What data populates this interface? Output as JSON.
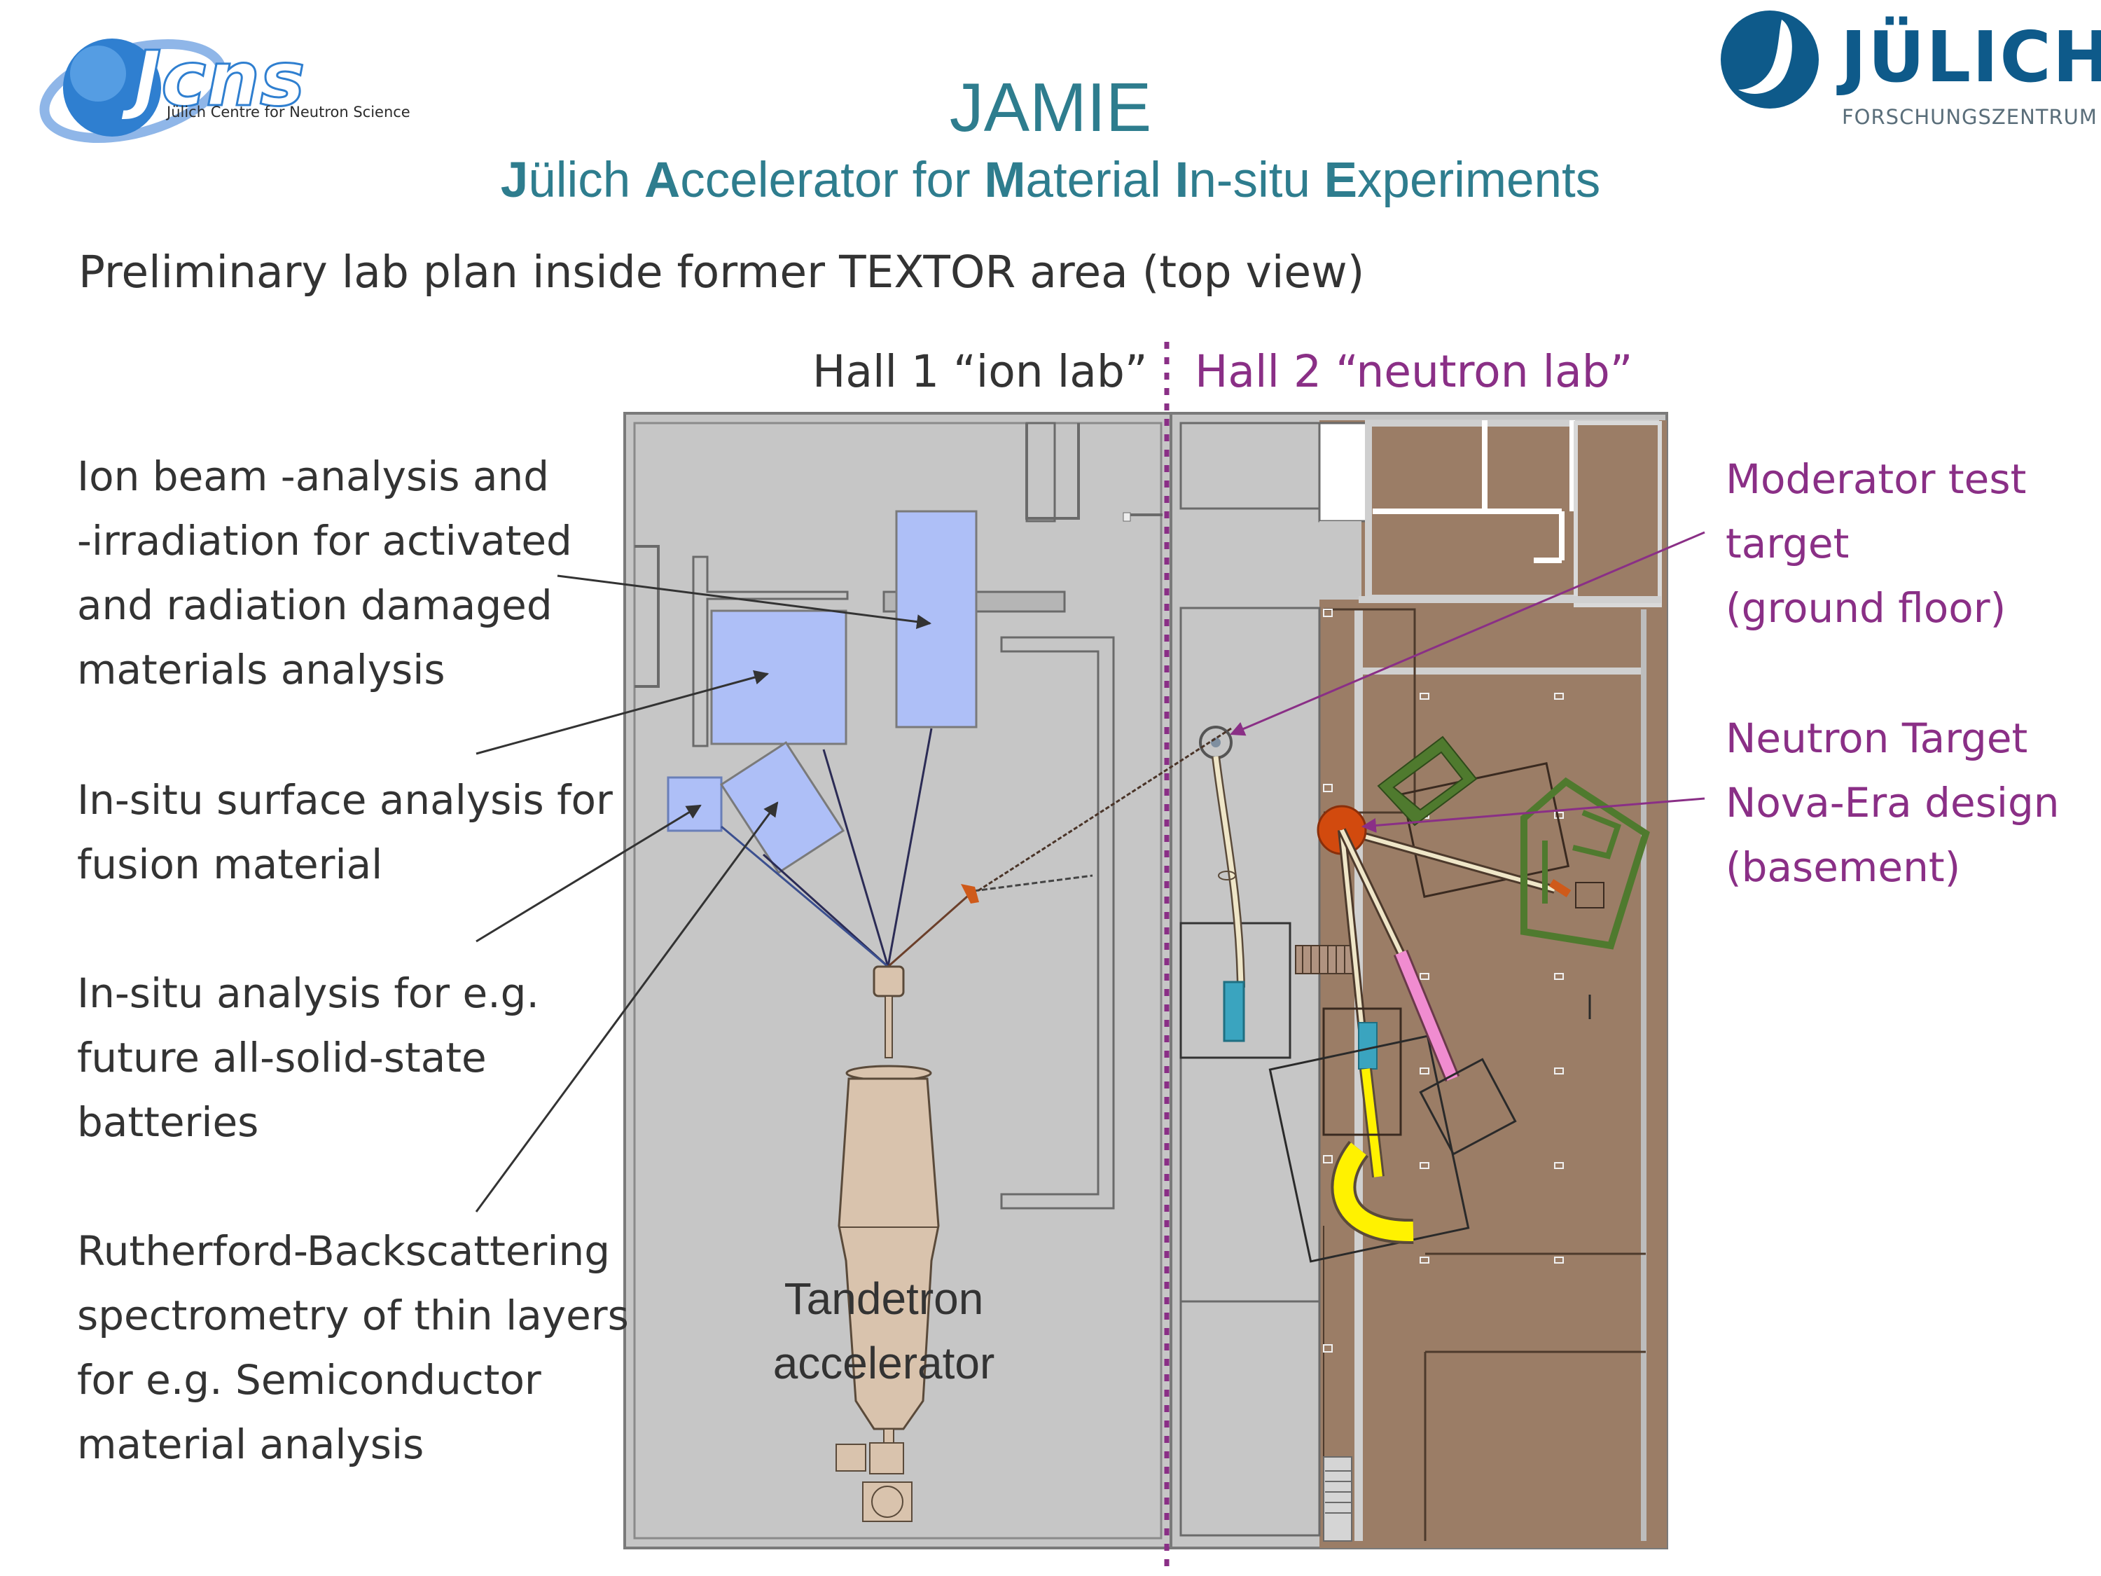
{
  "header": {
    "title": "JAMIE",
    "subtitle_parts": [
      {
        "text": "J",
        "bold": true
      },
      {
        "text": "ülich ",
        "bold": false
      },
      {
        "text": "A",
        "bold": true
      },
      {
        "text": "ccelerator for ",
        "bold": false
      },
      {
        "text": "M",
        "bold": true
      },
      {
        "text": "aterial ",
        "bold": false
      },
      {
        "text": "I",
        "bold": true
      },
      {
        "text": "n-situ ",
        "bold": false
      },
      {
        "text": "E",
        "bold": true
      },
      {
        "text": "xperiments",
        "bold": false
      }
    ]
  },
  "logos": {
    "jcns": {
      "text": "Jcns",
      "tagline": "Jülich Centre for Neutron Science"
    },
    "juelich": {
      "name": "JÜLICH",
      "sub": "FORSCHUNGSZENTRUM"
    }
  },
  "caption": "Preliminary lab plan inside former TEXTOR area (top view)",
  "halls": {
    "hall1": "Hall 1 “ion lab”",
    "hall2": "Hall 2 “neutron lab”"
  },
  "notes_left": [
    {
      "id": "ion-beam",
      "lines": [
        "Ion beam -analysis and",
        "-irradiation for activated",
        "and radiation damaged",
        "materials analysis"
      ]
    },
    {
      "id": "surface",
      "lines": [
        "In-situ surface analysis for",
        "fusion material"
      ]
    },
    {
      "id": "batteries",
      "lines": [
        "In-situ analysis for e.g.",
        "future all-solid-state",
        "batteries"
      ]
    },
    {
      "id": "rbs",
      "lines": [
        "Rutherford-Backscattering",
        "spectrometry of thin layers",
        "for e.g. Semiconductor",
        "material analysis"
      ]
    }
  ],
  "notes_right": [
    {
      "id": "moderator",
      "lines": [
        "Moderator test",
        "target",
        "(ground floor)"
      ]
    },
    {
      "id": "neutron-target",
      "lines": [
        "Neutron Target",
        "Nova-Era design",
        "(basement)"
      ]
    }
  ],
  "plan": {
    "accelerator_label": [
      "Tandetron",
      "accelerator"
    ]
  },
  "colors": {
    "teal": "#2e7d8e",
    "purple": "#8a2f86",
    "text": "#333333",
    "hall1_floor": "#c8c8c8",
    "hall2_floor": "#9b7d66",
    "chamber_blue": "#aebff7",
    "accelerator": "#d9c3ad"
  }
}
